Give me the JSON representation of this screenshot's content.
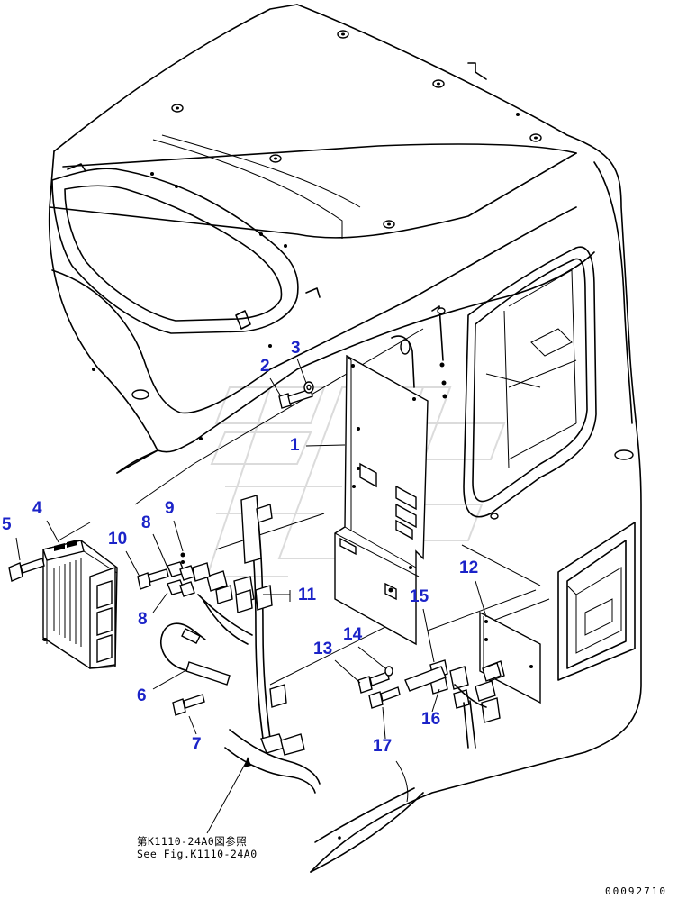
{
  "callouts": [
    {
      "id": "1",
      "label": "1"
    },
    {
      "id": "2",
      "label": "2"
    },
    {
      "id": "3",
      "label": "3"
    },
    {
      "id": "4",
      "label": "4"
    },
    {
      "id": "5",
      "label": "5"
    },
    {
      "id": "6",
      "label": "6"
    },
    {
      "id": "7",
      "label": "7"
    },
    {
      "id": "8a",
      "label": "8"
    },
    {
      "id": "8b",
      "label": "8"
    },
    {
      "id": "9",
      "label": "9"
    },
    {
      "id": "10",
      "label": "10"
    },
    {
      "id": "11",
      "label": "11"
    },
    {
      "id": "12",
      "label": "12"
    },
    {
      "id": "13",
      "label": "13"
    },
    {
      "id": "14",
      "label": "14"
    },
    {
      "id": "15",
      "label": "15"
    },
    {
      "id": "16",
      "label": "16"
    },
    {
      "id": "17",
      "label": "17"
    }
  ],
  "reference_note": {
    "line1": "第K1110-24A0図参照",
    "line2": "See Fig.K1110-24A0"
  },
  "document_number": "00092710",
  "colors": {
    "callout": "#1b23c8",
    "line": "#000000",
    "watermark": "#9a9a9a"
  }
}
